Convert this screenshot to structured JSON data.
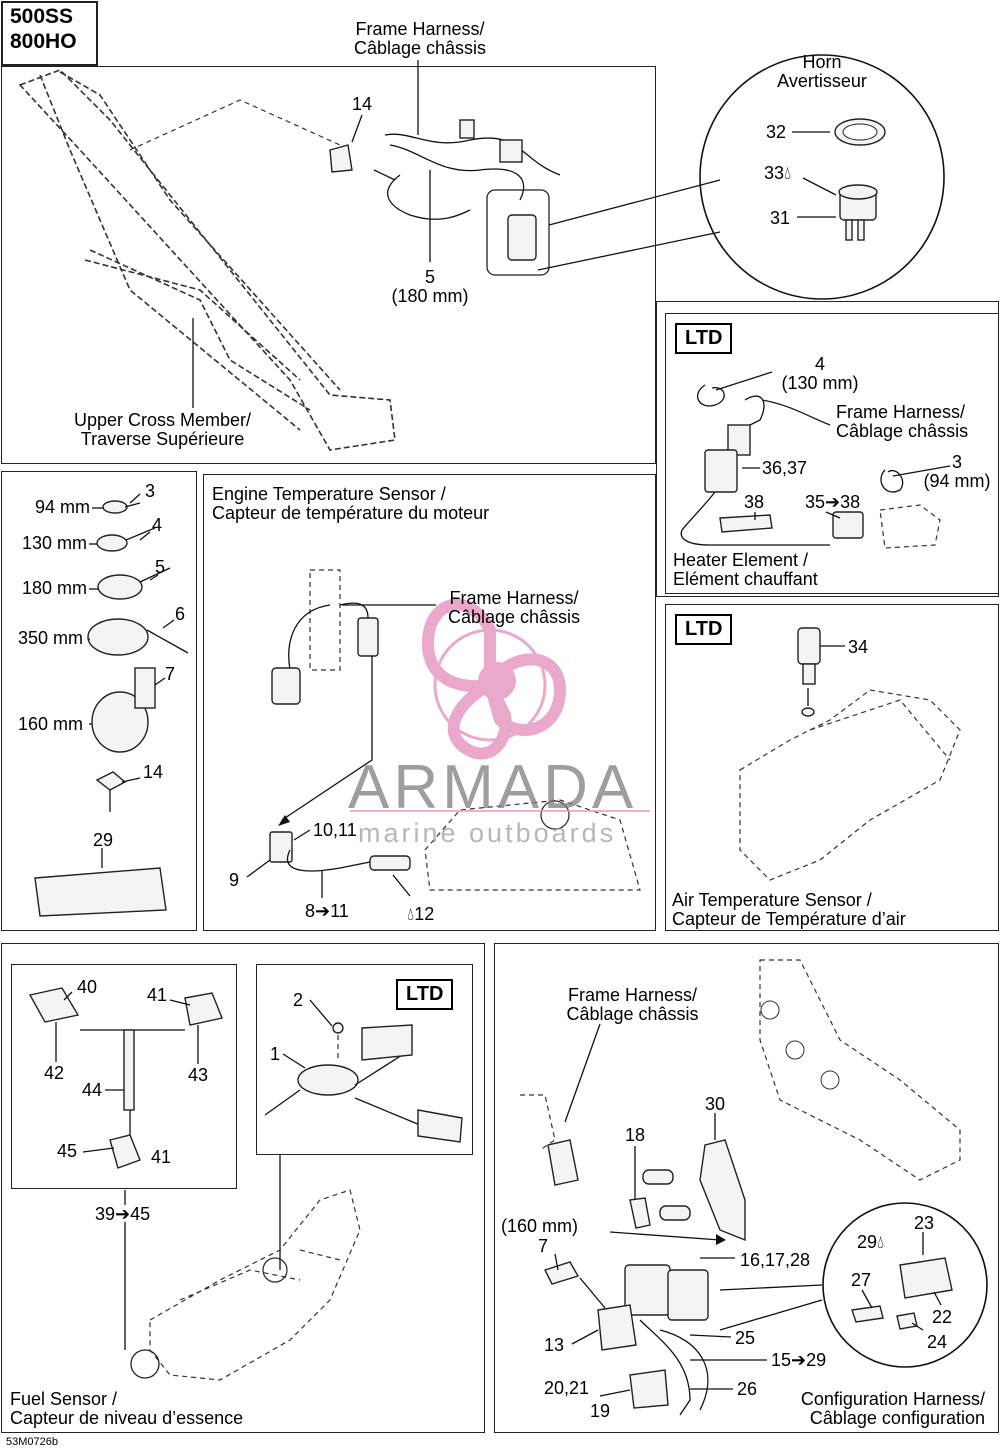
{
  "model_badge": {
    "line1": "500SS",
    "line2": "800HO"
  },
  "frame": {
    "harness": {
      "en": "Frame Harness/",
      "fr": "Câblage châssis"
    },
    "part14": "14",
    "part5": "5",
    "part5_len": "(180 mm)",
    "cross_member": {
      "en": "Upper Cross Member/",
      "fr": "Traverse Supérieure"
    }
  },
  "horn": {
    "en": "Horn",
    "fr": "Avertisseur",
    "p32": "32",
    "p33": "33",
    "p31": "31"
  },
  "ltd_heater": {
    "badge": "LTD",
    "p4": "4",
    "p4_len": "(130 mm)",
    "harness": {
      "en": "Frame Harness/",
      "fr": "Câblage châssis"
    },
    "p3": "3",
    "p3_len": "(94 mm)",
    "p3637": "36,37",
    "p38": "38",
    "p3538": "35➔38",
    "title": {
      "en": "Heater Element /",
      "fr": "Elément chauffant"
    }
  },
  "ties": {
    "items": [
      {
        "len": "94 mm",
        "num": "3"
      },
      {
        "len": "130 mm",
        "num": "4"
      },
      {
        "len": "180 mm",
        "num": "5"
      },
      {
        "len": "350 mm",
        "num": "6"
      },
      {
        "len": "160 mm",
        "num": "7"
      }
    ],
    "p14": "14",
    "p29": "29"
  },
  "engine_sensor": {
    "title": {
      "en": "Engine Temperature Sensor /",
      "fr": "Capteur de température du moteur"
    },
    "harness": {
      "en": "Frame Harness/",
      "fr": "Câblage châssis"
    },
    "p1011": "10,11",
    "p9": "9",
    "p811": "8➔11",
    "p12": "12"
  },
  "watermark": {
    "brand": "ARMADA",
    "sub": "marine outboards"
  },
  "ltd_air": {
    "badge": "LTD",
    "p34": "34",
    "title": {
      "en": "Air Temperature Sensor /",
      "fr": "Capteur de Température d’air"
    }
  },
  "fuel": {
    "p40": "40",
    "p41a": "41",
    "p42": "42",
    "p43": "43",
    "p44": "44",
    "p45": "45",
    "p41b": "41",
    "p3945": "39➔45",
    "ltd_badge": "LTD",
    "p2": "2",
    "p1": "1",
    "title": {
      "en": "Fuel Sensor /",
      "fr": "Capteur de niveau d’essence"
    }
  },
  "config": {
    "harness": {
      "en": "Frame Harness/",
      "fr": "Câblage châssis"
    },
    "p30": "30",
    "p18": "18",
    "p7_len": "(160 mm)",
    "p7": "7",
    "p161728": "16,17,28",
    "p13": "13",
    "p25": "25",
    "p1529": "15➔29",
    "p2021": "20,21",
    "p19": "19",
    "p26": "26",
    "p29": "29",
    "p23": "23",
    "p27": "27",
    "p22": "22",
    "p24": "24",
    "title": {
      "en": "Configuration Harness/",
      "fr": "Câblage configuration"
    }
  },
  "figure_code": "53M0726b",
  "colors": {
    "watermark_pink": "#e79bc3",
    "watermark_gray": "#7e7e7e"
  }
}
